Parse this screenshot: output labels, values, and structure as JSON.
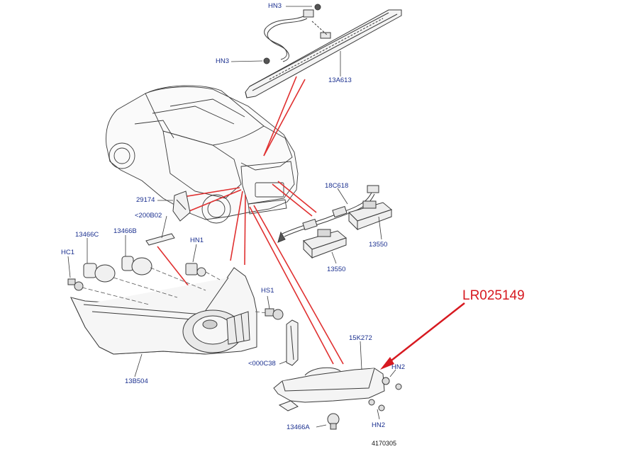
{
  "part_reference": "LR025149",
  "figure_number": "4170305",
  "callouts": {
    "hn3_top": "HN3",
    "hn3_mid": "HN3",
    "p13A613": "13A613",
    "p18C618": "18C618",
    "p29174": "29174",
    "p200B02": "<200B02",
    "p13466C": "13466C",
    "p13466B": "13466B",
    "hn1": "HN1",
    "hc1": "HC1",
    "p13550_right": "13550",
    "p13550_left": "13550",
    "hs1": "HS1",
    "p15K272": "15K272",
    "hn2_top": "HN2",
    "hn2_bottom": "HN2",
    "p000C38": "<000C38",
    "p13B504": "13B504",
    "p13466A": "13466A"
  },
  "colors": {
    "callout_text": "#1a2f8f",
    "reference_text": "#d71920",
    "leader_red": "#e03030",
    "line_art": "#3a3a3a"
  }
}
